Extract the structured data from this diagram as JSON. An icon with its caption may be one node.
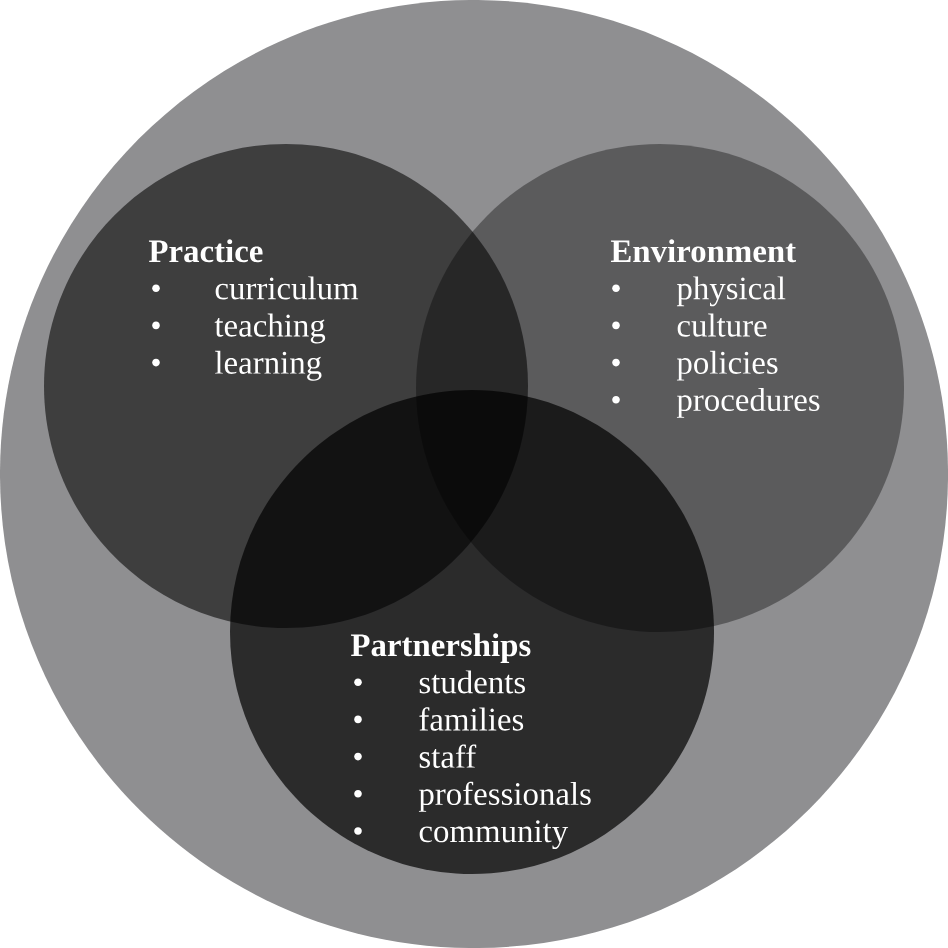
{
  "diagram": {
    "nodes": [
      {
        "text": [],
        "shape": "circle"
      },
      {
        "text": [
          "Practice",
          "curriculum",
          "teaching",
          "learning"
        ],
        "in": 0
      },
      {
        "text": [
          "Environment",
          "physical",
          "culture",
          "policies",
          "procedures"
        ],
        "in": 0
      },
      {
        "text": [
          "Partnerships",
          "students",
          "families",
          "staff",
          "professionals",
          "community"
        ],
        "in": 0
      }
    ]
  }
}
